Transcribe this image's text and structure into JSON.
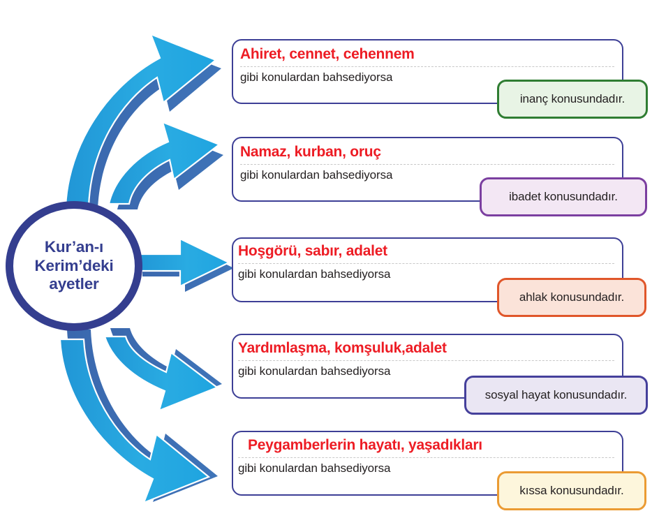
{
  "center": {
    "line1": "Kur’an-ı",
    "line2": "Kerim’deki",
    "line3": "ayetler",
    "border_color": "#343e8f",
    "text_color": "#343e8f"
  },
  "style": {
    "arrow_light": "#29abe2",
    "arrow_dark": "#3a68ae",
    "box_border": "#3d3f96",
    "topic_color": "#ed1c24",
    "body_color": "#231f20"
  },
  "common": {
    "condition_text": "gibi konulardan bahsediyorsa"
  },
  "rows": [
    {
      "topic": "Ahiret, cennet, cehennem",
      "condition": "gibi konulardan bahsediyorsa",
      "result": "inanç konusundadır.",
      "badge_fill": "#e8f4e5",
      "badge_border": "#2f7d32"
    },
    {
      "topic": "Namaz, kurban, oruç",
      "condition": "gibi konulardan bahsediyorsa",
      "result": "ibadet konusundadır.",
      "badge_fill": "#f3e7f4",
      "badge_border": "#7b3fa0"
    },
    {
      "topic": "Hoşgörü, sabır, adalet",
      "condition": "gibi konulardan bahsediyorsa",
      "result": "ahlak konusundadır.",
      "badge_fill": "#fbe3d9",
      "badge_border": "#e0562a"
    },
    {
      "topic": "Yardımlaşma, komşuluk,adalet",
      "condition": "gibi konulardan bahsediyorsa",
      "result": "sosyal hayat konusundadır.",
      "badge_fill": "#eae6f3",
      "badge_border": "#45409b"
    },
    {
      "topic": "Peygamberlerin hayatı, yaşadıkları",
      "condition": "gibi konulardan bahsediyorsa",
      "result": "kıssa konusundadır.",
      "badge_fill": "#fdf6dc",
      "badge_border": "#eb9b33"
    }
  ]
}
